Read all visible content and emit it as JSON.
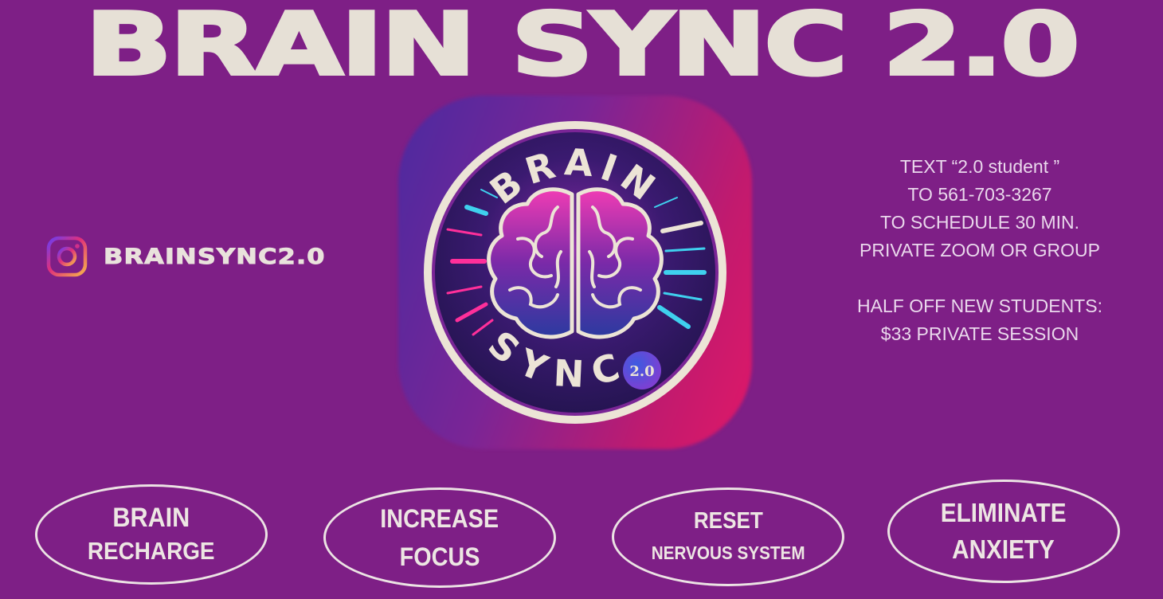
{
  "title": "BRAIN SYNC 2.0",
  "instagram": {
    "icon": "instagram-icon",
    "handle": "BRAINSYNC2.0"
  },
  "logo": {
    "top_text": "BRAIN",
    "bottom_text": "SYNC",
    "badge": "2.0",
    "icon": "brain-icon"
  },
  "info": {
    "lines": [
      "TEXT “2.0 student ”",
      "TO 561-703-3267",
      "TO SCHEDULE 30 MIN.",
      "PRIVATE ZOOM OR GROUP"
    ],
    "offer_lines": [
      "HALF OFF NEW STUDENTS:",
      "$33 PRIVATE SESSION"
    ]
  },
  "benefits": [
    {
      "line1": "BRAIN",
      "line2": "RECHARGE"
    },
    {
      "line1": "INCREASE",
      "line2": "FOCUS"
    },
    {
      "line1": "RESET",
      "line2": "NERVOUS SYSTEM"
    },
    {
      "line1": "ELIMINATE",
      "line2": "ANXIETY"
    }
  ],
  "colors": {
    "background": "#7e1f86",
    "text": "#e6e0d6",
    "accent_pink": "#ff2f9a",
    "accent_cyan": "#3fd0ee"
  }
}
